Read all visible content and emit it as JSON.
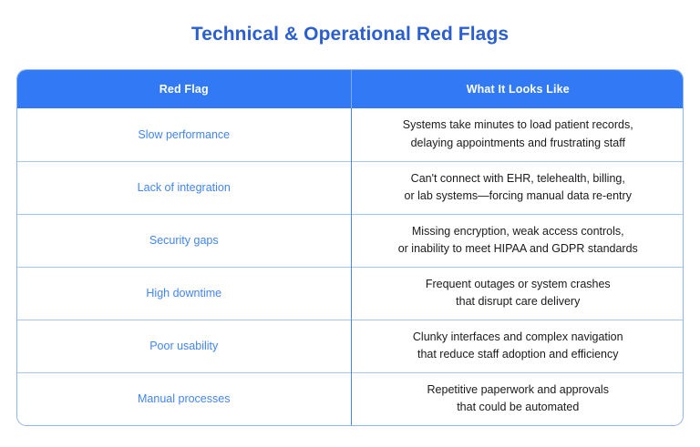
{
  "document": {
    "title": "Technical & Operational Red Flags"
  },
  "colors": {
    "title": "#2b5fd0",
    "header_background": "#3179f5",
    "header_text": "#ffffff",
    "flag_text": "#4285f4",
    "description_text": "#1a1a1a",
    "table_border": "#8fb4ea",
    "row_divider": "#a8c7f0",
    "column_divider": "#4a85e8",
    "page_background": "#ffffff"
  },
  "table": {
    "columns": [
      "Red Flag",
      "What It Looks Like"
    ],
    "rows": [
      {
        "flag": "Slow performance",
        "description_lines": [
          "Systems take minutes to load patient records,",
          "delaying appointments and frustrating staff"
        ]
      },
      {
        "flag": "Lack of integration",
        "description_lines": [
          "Can't connect with EHR, telehealth, billing,",
          "or lab systems—forcing manual data re-entry"
        ]
      },
      {
        "flag": "Security gaps",
        "description_lines": [
          "Missing encryption, weak access controls,",
          "or inability to meet HIPAA and GDPR standards"
        ]
      },
      {
        "flag": "High downtime",
        "description_lines": [
          "Frequent outages or system crashes",
          "that disrupt care delivery"
        ]
      },
      {
        "flag": "Poor usability",
        "description_lines": [
          "Clunky interfaces and complex navigation",
          "that reduce staff adoption and efficiency"
        ]
      },
      {
        "flag": "Manual processes",
        "description_lines": [
          "Repetitive paperwork and approvals",
          "that could be automated"
        ]
      }
    ]
  }
}
